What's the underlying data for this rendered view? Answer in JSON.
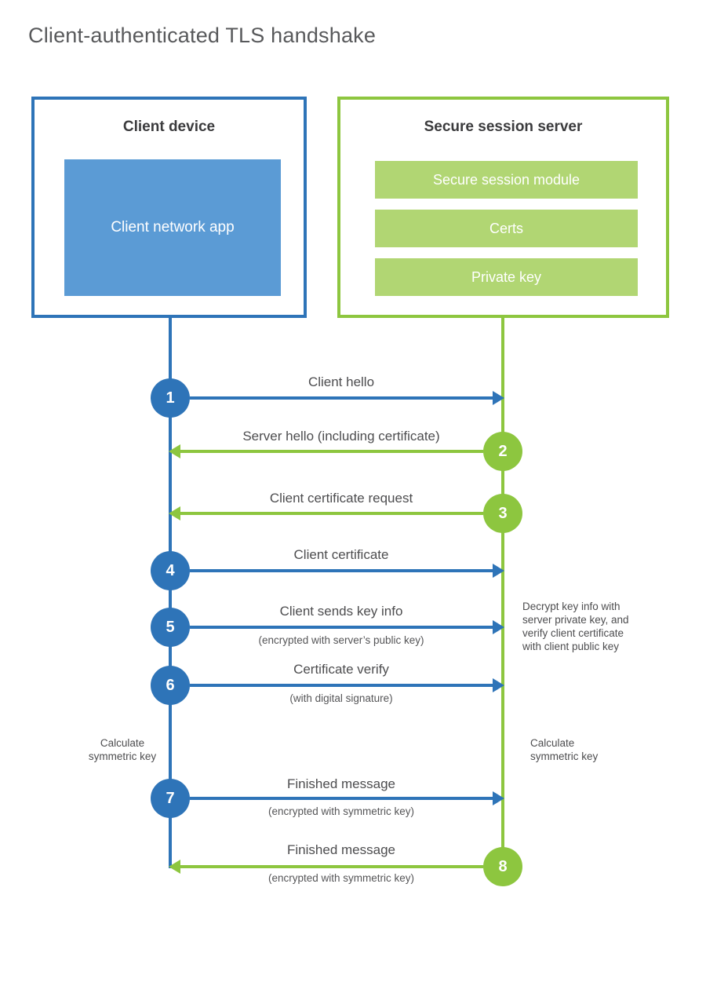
{
  "title": "Client-authenticated TLS handshake",
  "colors": {
    "blue_accent": "#2e74b8",
    "blue_fill": "#5b9bd5",
    "green_accent": "#8dc63f",
    "green_fill": "#b1d673"
  },
  "client_box": {
    "title": "Client device",
    "app_label": "Client network app"
  },
  "server_box": {
    "title": "Secure session server",
    "modules": [
      "Secure session module",
      "Certs",
      "Private key"
    ]
  },
  "steps": [
    {
      "num": "1",
      "label": "Client hello",
      "sub": "",
      "direction": "client-to-server"
    },
    {
      "num": "2",
      "label": "Server hello (including certificate)",
      "sub": "",
      "direction": "server-to-client"
    },
    {
      "num": "3",
      "label": "Client certificate request",
      "sub": "",
      "direction": "server-to-client"
    },
    {
      "num": "4",
      "label": "Client certificate",
      "sub": "",
      "direction": "client-to-server"
    },
    {
      "num": "5",
      "label": "Client sends key info",
      "sub": "(encrypted with server’s public key)",
      "direction": "client-to-server"
    },
    {
      "num": "6",
      "label": "Certificate verify",
      "sub": "(with digital signature)",
      "direction": "client-to-server"
    },
    {
      "num": "7",
      "label": "Finished message",
      "sub": "(encrypted with symmetric key)",
      "direction": "client-to-server"
    },
    {
      "num": "8",
      "label": "Finished message",
      "sub": "(encrypted with symmetric key)",
      "direction": "server-to-client"
    }
  ],
  "annotations": {
    "decrypt_note": {
      "line1": "Decrypt key info with",
      "line2": "server private key, and",
      "line3": "verify client certificate",
      "line4": "with client public key"
    },
    "calc_left": {
      "line1": "Calculate",
      "line2": "symmetric key"
    },
    "calc_right": {
      "line1": "Calculate",
      "line2": "symmetric key"
    }
  }
}
